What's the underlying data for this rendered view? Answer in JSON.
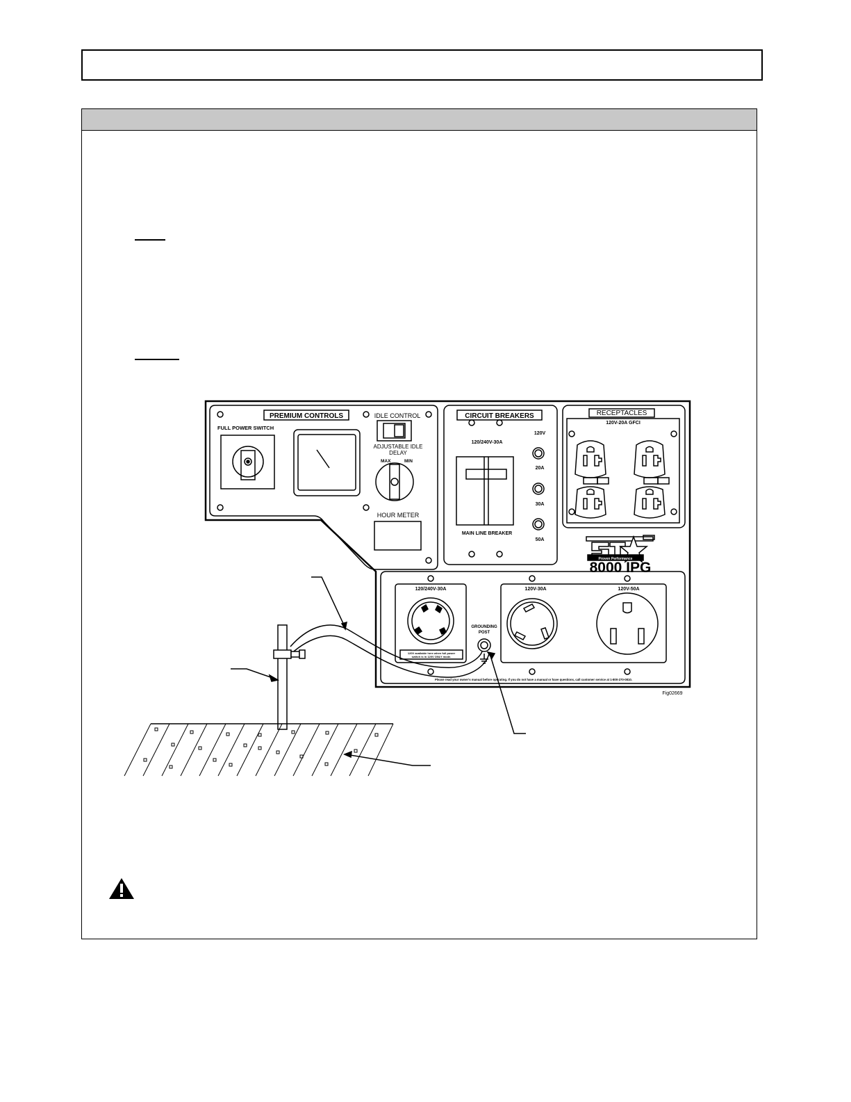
{
  "panel": {
    "premium_controls": "PREMIUM CONTROLS",
    "full_power_switch": "FULL POWER SWITCH",
    "idle_control": "IDLE  CONTROL",
    "adjustable_idle_delay_1": "ADJUSTABLE  IDLE",
    "adjustable_idle_delay_2": "DELAY",
    "max": "MAX",
    "min": "MIN",
    "hour_meter": "HOUR  METER",
    "circuit_breakers": "CIRCUIT BREAKERS",
    "breaker_rating": "120/240V-30A",
    "main_line_breaker": "MAIN LINE BREAKER",
    "v120": "120V",
    "a20": "20A",
    "a30": "30A",
    "a50": "50A",
    "receptacles": "RECEPTACLES",
    "gfci": "120V-20A GFCI",
    "brand": "NORTH STAR",
    "tagline": "Proven Performance",
    "model": "8000 IPG",
    "twistlock_rating": "120/240V-30A",
    "twistlock_note_1": "120V available here when full power",
    "twistlock_note_2": "switch is in 120V ONLY mode.",
    "grounding_post_1": "GROUNDING",
    "grounding_post_2": "POST",
    "r30": "120V-30A",
    "r50": "120V-50A",
    "footer": "Please read your owner's manual before operating. If you do not have a manual or have questions, call customer service at 1-800-270-0810.",
    "fig_id": "Fig02669"
  }
}
